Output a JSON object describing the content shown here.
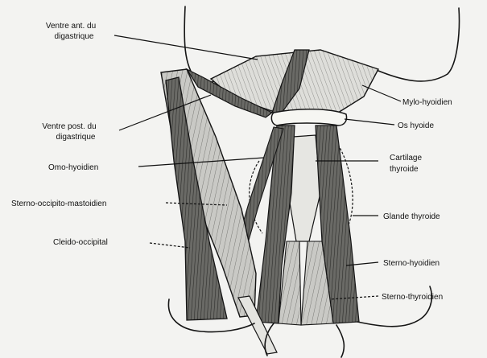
{
  "labels": {
    "ventre_ant_line1": "Ventre ant. du",
    "ventre_ant_line2": "digastrique",
    "ventre_post_line1": "Ventre post. du",
    "ventre_post_line2": "digastrique",
    "omo_hyoidien": "Omo-hyoidien",
    "sterno_occipito_mastoidien": "Sterno-occipito-mastoidien",
    "cleido_occipital": "Cleido-occipital",
    "mylo_hyoidien": "Mylo-hyoidien",
    "os_hyoide": "Os hyoide",
    "cartilage_line1": "Cartilage",
    "cartilage_line2": "thyroide",
    "glande_thyroide": "Glande thyroide",
    "sterno_hyoidien": "Sterno-hyoidien",
    "sterno_thyroidien": "Sterno-thyroidien"
  },
  "colors": {
    "ink": "#151515",
    "paper": "#f3f3f1",
    "muscle_dark": "#4a4a48",
    "muscle_mid": "#8c8c88",
    "muscle_light": "#d4d4d0"
  }
}
